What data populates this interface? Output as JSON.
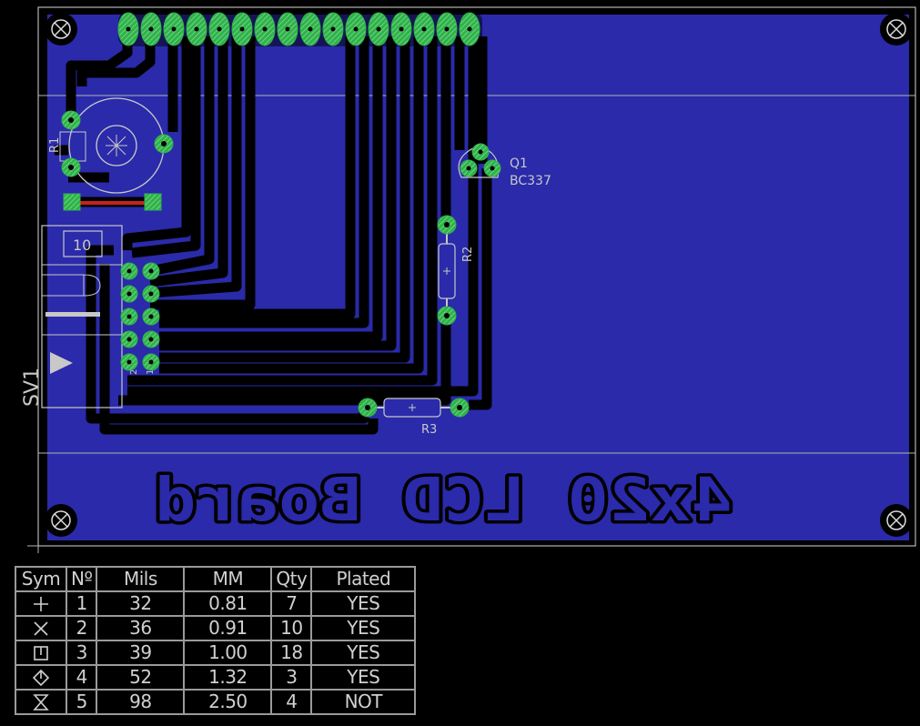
{
  "board": {
    "title": "4x20 LCD Board",
    "colors": {
      "background": "#000000",
      "copper": "#2a2aaa",
      "outline": "#b4b4b4",
      "pad": "#2eb34a",
      "silk": "#c8c8c8",
      "wire": "#c82020"
    }
  },
  "components": {
    "r1": {
      "name": "R1"
    },
    "q1": {
      "name": "Q1",
      "value": "BC337"
    },
    "r2": {
      "name": "R2"
    },
    "r3": {
      "name": "R3"
    },
    "sv1": {
      "name": "SV1",
      "pin_high": "10",
      "pin2": "2",
      "pin1": "1"
    }
  },
  "drill_table": {
    "headers": [
      "Sym",
      "Nº",
      "Mils",
      "MM",
      "Qty",
      "Plated"
    ],
    "rows": [
      {
        "sym": "plus-icon",
        "no": "1",
        "mils": "32",
        "mm": "0.81",
        "qty": "7",
        "plated": "YES"
      },
      {
        "sym": "cross-icon",
        "no": "2",
        "mils": "36",
        "mm": "0.91",
        "qty": "10",
        "plated": "YES"
      },
      {
        "sym": "square-t-icon",
        "no": "3",
        "mils": "39",
        "mm": "1.00",
        "qty": "18",
        "plated": "YES"
      },
      {
        "sym": "diamond-icon",
        "no": "4",
        "mils": "52",
        "mm": "1.32",
        "qty": "3",
        "plated": "YES"
      },
      {
        "sym": "hourglass-icon",
        "no": "5",
        "mils": "98",
        "mm": "2.50",
        "qty": "4",
        "plated": "NOT"
      }
    ]
  }
}
